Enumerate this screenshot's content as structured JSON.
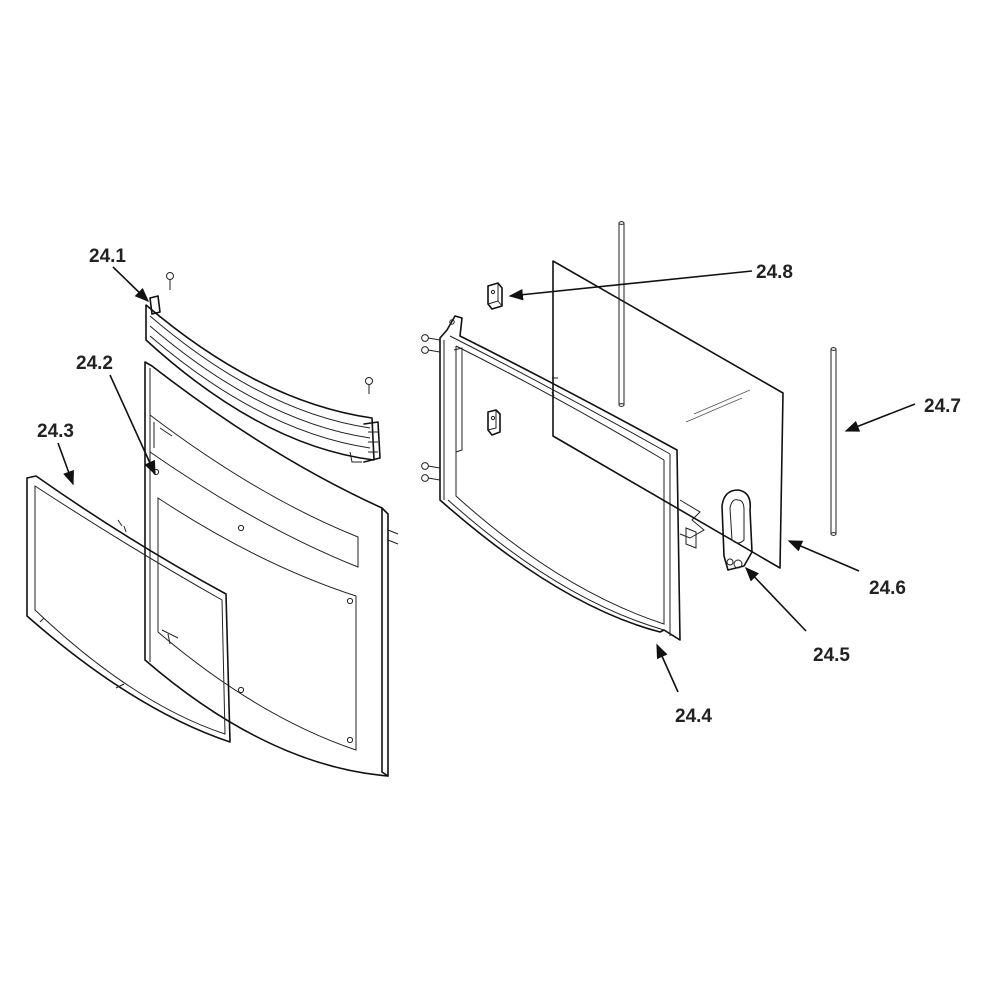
{
  "colors": {
    "line": "#111111",
    "label": "#222222",
    "background": "#ffffff"
  },
  "callouts": [
    {
      "id": "24.1",
      "text": "24.1"
    },
    {
      "id": "24.2",
      "text": "24.2"
    },
    {
      "id": "24.3",
      "text": "24.3"
    },
    {
      "id": "24.4",
      "text": "24.4"
    },
    {
      "id": "24.5",
      "text": "24.5"
    },
    {
      "id": "24.6",
      "text": "24.6"
    },
    {
      "id": "24.7",
      "text": "24.7"
    },
    {
      "id": "24.8",
      "text": "24.8"
    }
  ]
}
